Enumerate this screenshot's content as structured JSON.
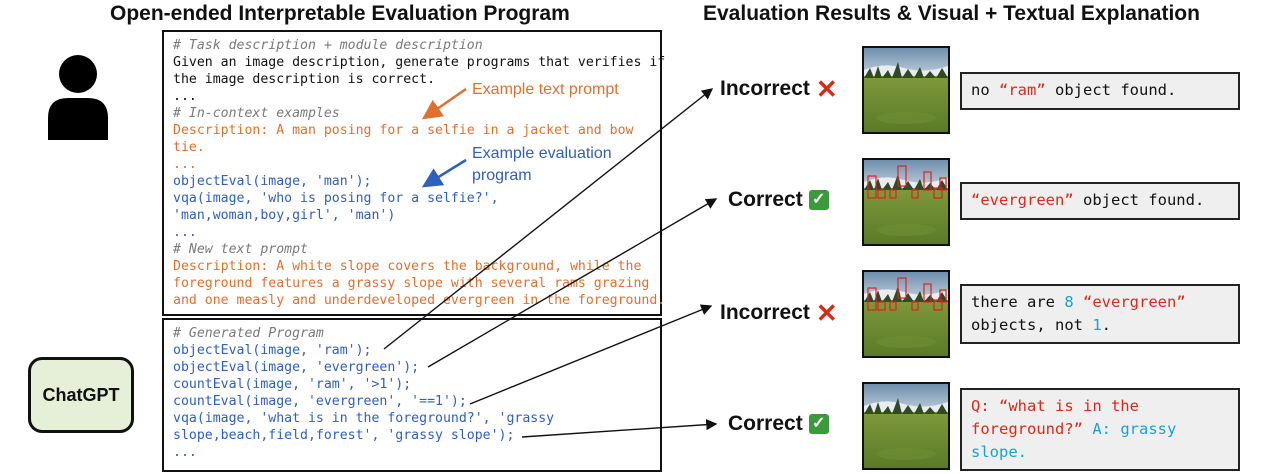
{
  "headings": {
    "left": "Open-ended Interpretable Evaluation Program",
    "right": "Evaluation Results & Visual + Textual Explanation"
  },
  "prompt_box": {
    "lines": [
      {
        "cls": "comment",
        "text": "# Task description + module description"
      },
      {
        "cls": "plain",
        "text": "Given an image description, generate programs that verifies if"
      },
      {
        "cls": "plain",
        "text": "the image description is correct."
      },
      {
        "cls": "plain",
        "text": "..."
      },
      {
        "cls": "comment",
        "text": "# In-context examples"
      },
      {
        "cls": "orange",
        "text": "Description: A man posing for a selfie in a jacket and bow"
      },
      {
        "cls": "orange",
        "text": "tie."
      },
      {
        "cls": "orange",
        "text": "..."
      },
      {
        "cls": "blue",
        "text": "objectEval(image, 'man');"
      },
      {
        "cls": "blue",
        "text": "vqa(image, 'who is posing for a selfie?',"
      },
      {
        "cls": "blue",
        "text": "'man,woman,boy,girl', 'man')"
      },
      {
        "cls": "blue",
        "text": "..."
      },
      {
        "cls": "comment",
        "text": "# New text prompt"
      },
      {
        "cls": "orange",
        "text": "Description: A white slope covers the background, while the"
      },
      {
        "cls": "orange",
        "text": "foreground features a grassy slope with several rams grazing"
      },
      {
        "cls": "orange",
        "text": "and one measly and underdeveloped evergreen in the foreground."
      }
    ],
    "annotation_text_prompt": "Example text prompt",
    "annotation_eval_program_1": "Example evaluation",
    "annotation_eval_program_2": "program"
  },
  "program_box": {
    "lines": [
      {
        "cls": "comment",
        "text": "# Generated Program"
      },
      {
        "cls": "blue",
        "text": "objectEval(image, 'ram');"
      },
      {
        "cls": "blue",
        "text": "objectEval(image, 'evergreen');"
      },
      {
        "cls": "blue",
        "text": "countEval(image, 'ram', '>1');"
      },
      {
        "cls": "blue",
        "text": "countEval(image, 'evergreen', '==1');"
      },
      {
        "cls": "blue",
        "text": "vqa(image, 'what is in the foreground?', 'grassy"
      },
      {
        "cls": "blue",
        "text": "slope,beach,field,forest', 'grassy slope');"
      },
      {
        "cls": "blue",
        "text": "..."
      }
    ]
  },
  "user_icon": "person-icon",
  "chatgpt_label": "ChatGPT",
  "results": [
    {
      "verdict": "Incorrect",
      "mark": "✕",
      "correct": false,
      "explanation": [
        {
          "c": "",
          "t": "no "
        },
        {
          "c": "red",
          "t": "“ram”"
        },
        {
          "c": "",
          "t": " object found."
        }
      ]
    },
    {
      "verdict": "Correct",
      "mark": "✓",
      "correct": true,
      "explanation": [
        {
          "c": "red",
          "t": "“evergreen”"
        },
        {
          "c": "",
          "t": " object found."
        }
      ]
    },
    {
      "verdict": "Incorrect",
      "mark": "✕",
      "correct": false,
      "explanation": [
        {
          "c": "",
          "t": "there are "
        },
        {
          "c": "cyan",
          "t": "8"
        },
        {
          "c": "",
          "t": " "
        },
        {
          "c": "red",
          "t": "“evergreen”"
        },
        {
          "c": "",
          "t": "\nobjects, not "
        },
        {
          "c": "cyan",
          "t": "1"
        },
        {
          "c": "",
          "t": "."
        }
      ]
    },
    {
      "verdict": "Correct",
      "mark": "✓",
      "correct": true,
      "explanation": [
        {
          "c": "red",
          "t": "Q: “what is in the\nforeground?”"
        },
        {
          "c": "",
          "t": " "
        },
        {
          "c": "cyan",
          "t": "A: grassy\nslope."
        }
      ]
    }
  ],
  "colors": {
    "orange": "#e07030",
    "blue": "#2f5fbf",
    "red": "#d92a1c",
    "cyan": "#1aa0d8",
    "chatgpt_bg": "#e6f0d8"
  }
}
